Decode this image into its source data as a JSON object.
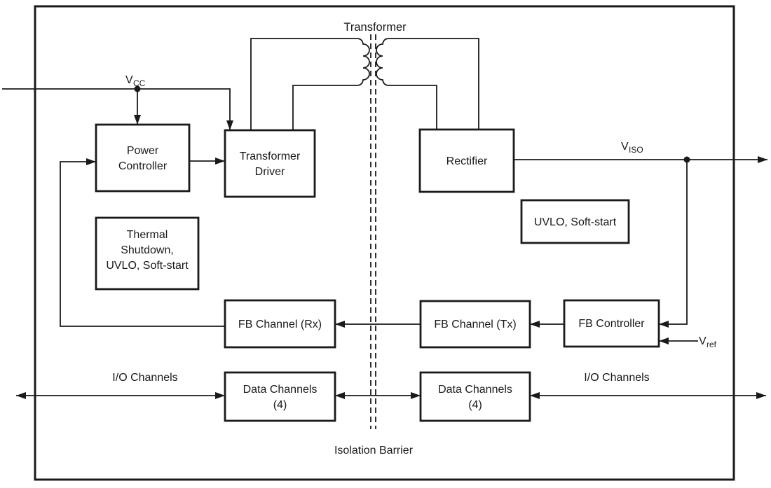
{
  "diagram": {
    "colors": {
      "stroke": "#1a1a1a",
      "background": "#ffffff"
    },
    "labels": {
      "transformer": "Transformer",
      "isolation_barrier": "Isolation Barrier",
      "io_channels_left": "I/O Channels",
      "io_channels_right": "I/O Channels",
      "vcc_main": "V",
      "vcc_sub": "CC",
      "viso_main": "V",
      "viso_sub": "ISO",
      "vref_main": "V",
      "vref_sub": "ref"
    },
    "blocks": {
      "power_controller": {
        "line1": "Power",
        "line2": "Controller"
      },
      "transformer_driver": {
        "line1": "Transformer",
        "line2": "Driver"
      },
      "rectifier": {
        "line1": "Rectifier"
      },
      "thermal_shutdown": {
        "line1": "Thermal",
        "line2": "Shutdown,",
        "line3": "UVLO, Soft-start"
      },
      "uvlo_softstart": {
        "line1": "UVLO, Soft-start"
      },
      "fb_channel_rx": {
        "line1": "FB Channel (Rx)"
      },
      "fb_channel_tx": {
        "line1": "FB Channel (Tx)"
      },
      "fb_controller": {
        "line1": "FB Controller"
      },
      "data_channels_left": {
        "line1": "Data Channels",
        "line2": "(4)"
      },
      "data_channels_right": {
        "line1": "Data Channels",
        "line2": "(4)"
      }
    }
  }
}
